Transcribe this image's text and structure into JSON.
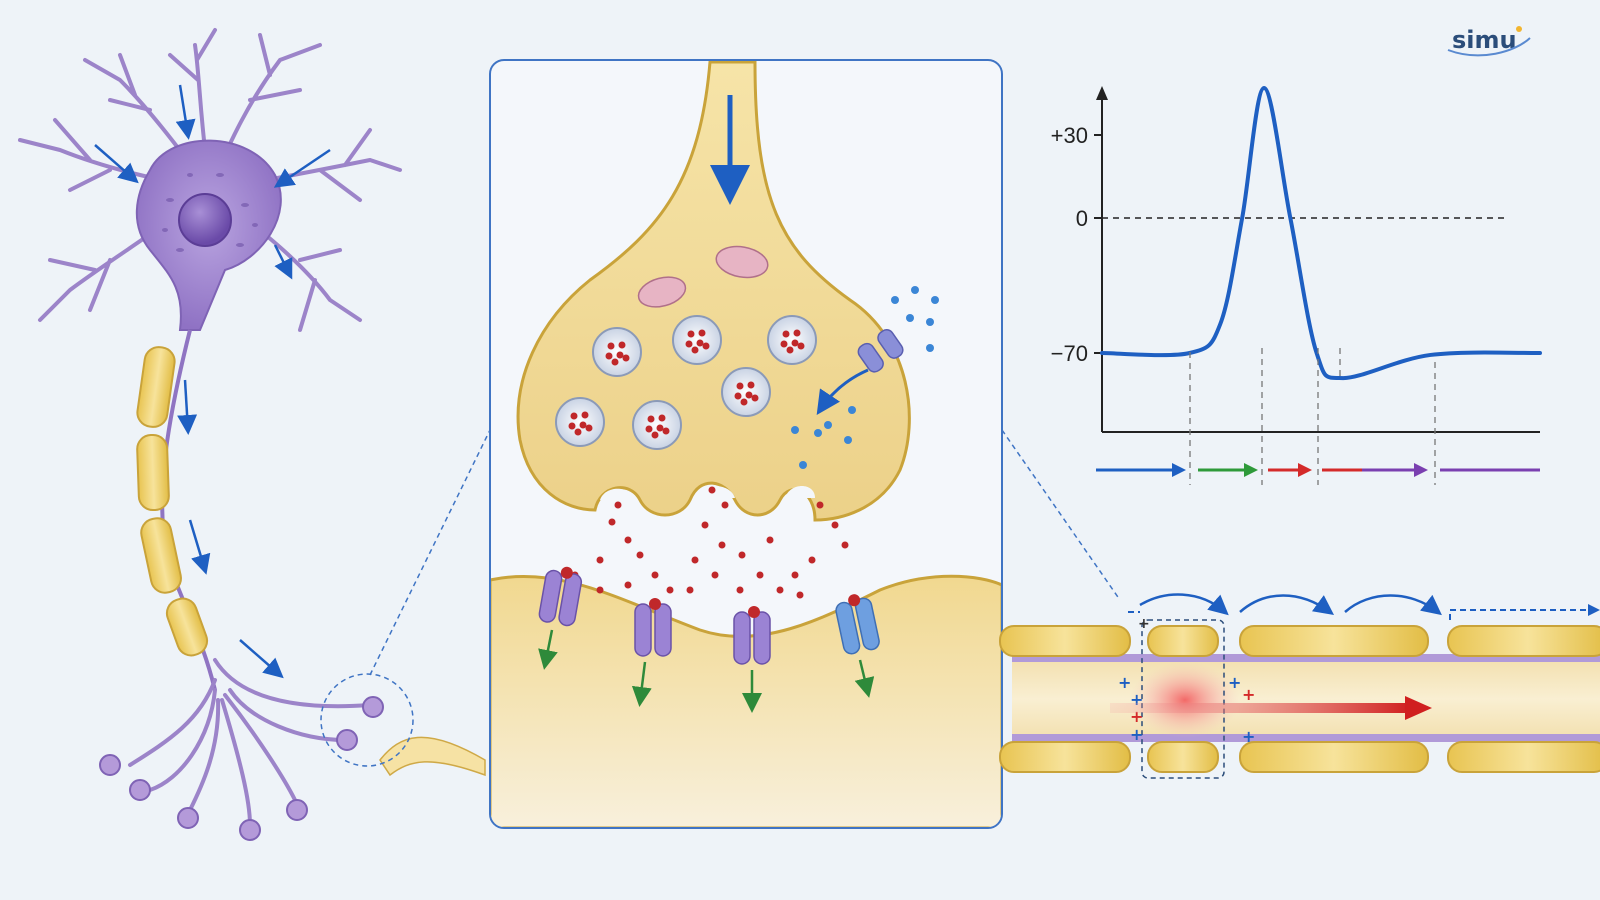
{
  "logo": {
    "text": "simu"
  },
  "graph": {
    "tick_labels": [
      "+30",
      "0",
      "−70"
    ],
    "dashed_zero_line": true
  },
  "chart_data": {
    "type": "line",
    "title": "",
    "xlabel": "",
    "ylabel": "",
    "y_ticks": [
      30,
      0,
      -70
    ],
    "series": [
      {
        "values_description_free": true,
        "points": [
          [
            0,
            -70
          ],
          [
            0.2,
            -70
          ],
          [
            0.27,
            -55
          ],
          [
            0.32,
            0
          ],
          [
            0.37,
            47
          ],
          [
            0.43,
            0
          ],
          [
            0.49,
            -70
          ],
          [
            0.55,
            -83
          ],
          [
            0.75,
            -71
          ],
          [
            1,
            -70
          ]
        ]
      }
    ],
    "phase_arrow_colors": [
      "#1e5fc2",
      "#2e9a3a",
      "#d42a2a",
      "#7a3fb0"
    ]
  },
  "colors": {
    "neuron_purple": "#9b83c8",
    "myelin_yellow": "#f1d67a",
    "terminal_tan": "#f3dc98",
    "arrow_blue": "#1e5fc2",
    "neurotransmitter_red": "#c0282a",
    "panel_border": "#3f74c4"
  },
  "icons": [
    "neuron-icon",
    "synapse-detail",
    "axon-segment",
    "current-arrow"
  ]
}
